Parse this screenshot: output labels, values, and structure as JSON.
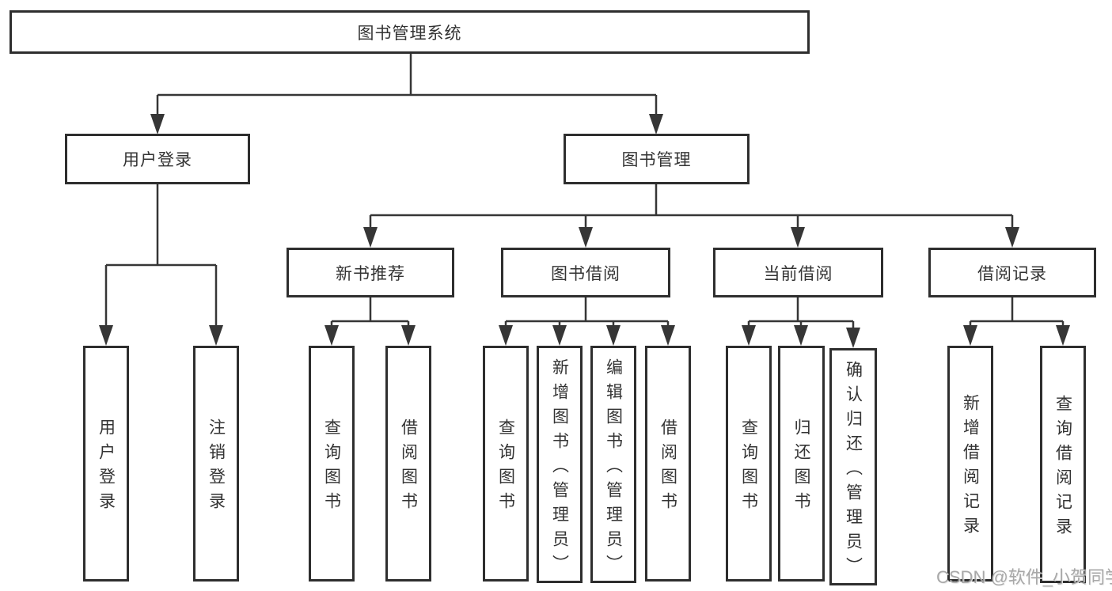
{
  "diagram": {
    "nodes": {
      "root": {
        "label": "图书管理系统"
      },
      "user_login": {
        "label": "用户登录",
        "parent": "root"
      },
      "book_mgmt": {
        "label": "图书管理",
        "parent": "root"
      },
      "new_book_rec": {
        "label": "新书推荐",
        "parent": "book_mgmt"
      },
      "book_borrow": {
        "label": "图书借阅",
        "parent": "book_mgmt"
      },
      "current_borrow": {
        "label": "当前借阅",
        "parent": "book_mgmt"
      },
      "borrow_records": {
        "label": "借阅记录",
        "parent": "book_mgmt"
      },
      "login": {
        "label": "用户登录",
        "parent": "user_login"
      },
      "logout": {
        "label": "注销登录",
        "parent": "user_login"
      },
      "rec_query_books": {
        "label": "查询图书",
        "parent": "new_book_rec"
      },
      "rec_borrow_books": {
        "label": "借阅图书",
        "parent": "new_book_rec"
      },
      "bb_query_books": {
        "label": "查询图书",
        "parent": "book_borrow"
      },
      "bb_add_books": {
        "label": "新增图书（管理员）",
        "parent": "book_borrow"
      },
      "bb_edit_books": {
        "label": "编辑图书（管理员）",
        "parent": "book_borrow"
      },
      "bb_borrow_books": {
        "label": "借阅图书",
        "parent": "book_borrow"
      },
      "cb_query_books": {
        "label": "查询图书",
        "parent": "current_borrow"
      },
      "cb_return_books": {
        "label": "归还图书",
        "parent": "current_borrow"
      },
      "cb_confirm_return": {
        "label": "确认归还（管理员）",
        "parent": "current_borrow"
      },
      "br_add_record": {
        "label": "新增借阅记录",
        "parent": "borrow_records"
      },
      "br_query_record": {
        "label": "查询借阅记录",
        "parent": "borrow_records"
      }
    }
  },
  "watermark": {
    "text": "CSDN @软件_小贺同学"
  },
  "colors": {
    "background": "#ffffff",
    "box_border": "#2e2e2e",
    "connector": "#363636",
    "text": "#333333",
    "watermark": "#9f9f9f"
  }
}
